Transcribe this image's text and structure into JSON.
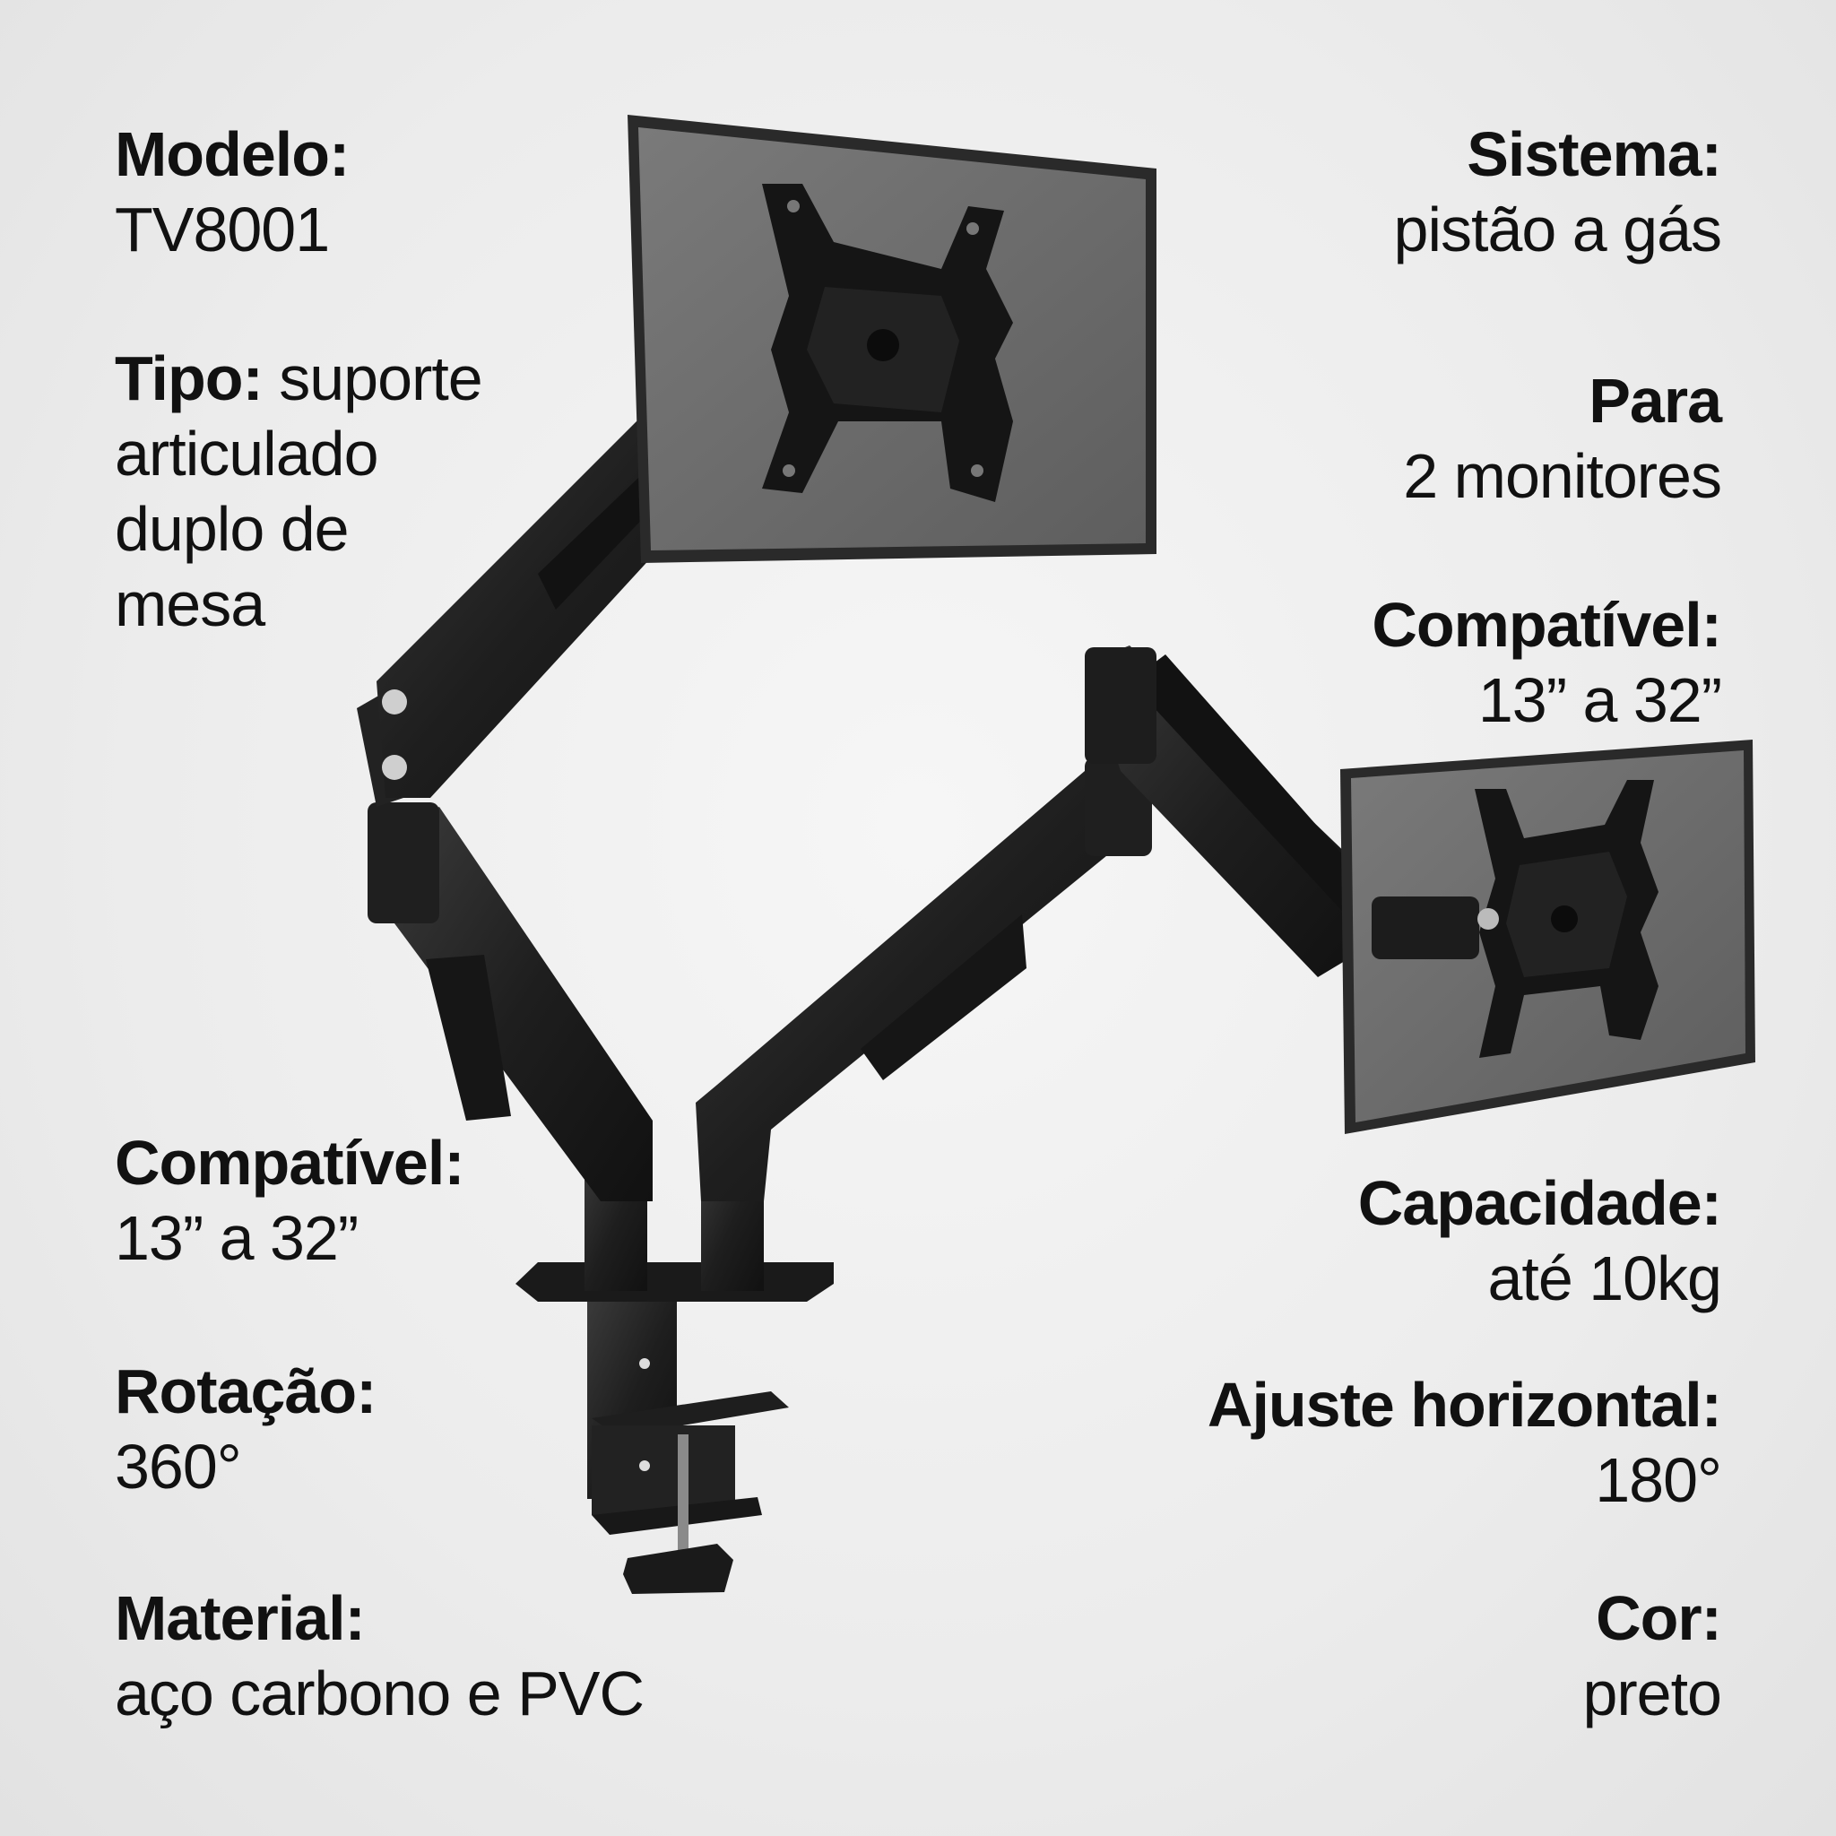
{
  "specs": {
    "modelo": {
      "label": "Modelo:",
      "value": "TV8001"
    },
    "tipo": {
      "label": "Tipo:",
      "value_line1": "suporte",
      "value_line2": "articulado",
      "value_line3": "duplo de",
      "value_line4": "mesa"
    },
    "compativel_left": {
      "label": "Compatível:",
      "value": "13” a 32”"
    },
    "rotacao": {
      "label": "Rotação:",
      "value": "360°"
    },
    "material": {
      "label": "Material:",
      "value": "aço carbono e PVC"
    },
    "sistema": {
      "label": "Sistema:",
      "value": "pistão a gás"
    },
    "para": {
      "label": "Para",
      "value": "2 monitores"
    },
    "compativel_right": {
      "label": "Compatível:",
      "value": "13” a 32”"
    },
    "capacidade": {
      "label": "Capacidade:",
      "value": "até 10kg"
    },
    "ajuste": {
      "label": "Ajuste horizontal:",
      "value": "180°"
    },
    "cor": {
      "label": "Cor:",
      "value": "preto"
    }
  },
  "colors": {
    "background": "#ececec",
    "text": "#111111",
    "metal": "#1c1c1c",
    "screen": "#6e6e6e"
  },
  "icons": {
    "product": "dual-monitor-arm-illustration"
  }
}
